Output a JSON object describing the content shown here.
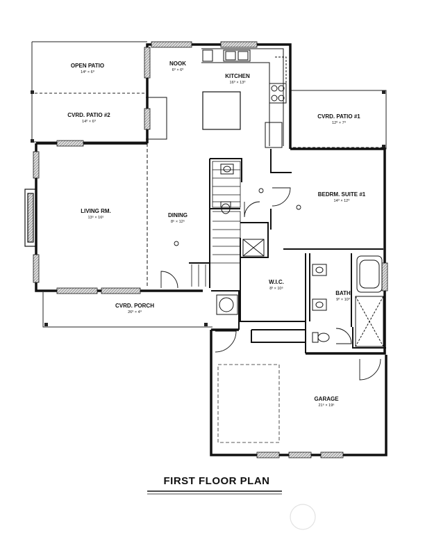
{
  "plan": {
    "title": "FIRST FLOOR PLAN",
    "rooms": {
      "open_patio": {
        "name": "OPEN PATIO",
        "size": "14⁰ × 6⁰"
      },
      "nook": {
        "name": "NOOK",
        "size": "6⁰ × 6⁰"
      },
      "kitchen": {
        "name": "KITCHEN",
        "size": "16⁰ × 13⁰"
      },
      "cvrd_patio_2": {
        "name": "CVRD. PATIO #2",
        "size": "14⁰ × 6⁰"
      },
      "cvrd_patio_1": {
        "name": "CVRD. PATIO #1",
        "size": "12⁰ × 7⁰"
      },
      "living": {
        "name": "LIVING RM.",
        "size": "13⁶ × 16⁶"
      },
      "dining": {
        "name": "DINING",
        "size": "8⁶ × 12⁶"
      },
      "bedroom_suite": {
        "name": "BEDRM. SUITE #1",
        "size": "14⁰ × 12⁰"
      },
      "wic": {
        "name": "W.I.C.",
        "size": "8³ × 10⁶"
      },
      "bath": {
        "name": "BATH",
        "size": "9⁰ × 10⁰"
      },
      "cvrd_porch": {
        "name": "CVRD. PORCH",
        "size": "26⁰ × 4⁰"
      },
      "garage": {
        "name": "GARAGE",
        "size": "21⁶ × 19⁶"
      }
    }
  }
}
